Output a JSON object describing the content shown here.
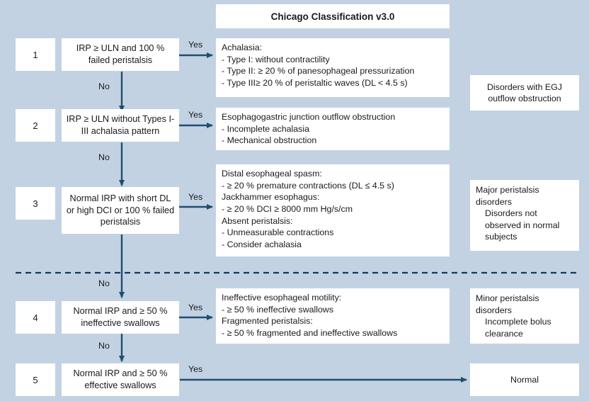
{
  "header": {
    "title": "Chicago Classification v3.0"
  },
  "labels": {
    "yes": "Yes",
    "no": "No"
  },
  "colors": {
    "background": "#c2d2e3",
    "box": "#ffffff",
    "arrow": "#1f4e6e",
    "text": "#1a1a1a",
    "divider": "#15395a"
  },
  "rows": [
    {
      "number": "1",
      "decision": "IRP ≥ ULN and 100 % failed peristalsis",
      "yes_label": "Yes",
      "no_label": "No",
      "detail": {
        "heading": "Achalasia:",
        "lines": [
          "- Type I: without contractility",
          "- Type II: ≥ 20 % of panesophageal pressurization",
          "- Type III≥ 20 % of peristaltic waves (DL < 4.5 s)"
        ]
      }
    },
    {
      "number": "2",
      "decision": "IRP ≥ ULN without Types I-III achalasia pattern",
      "yes_label": "Yes",
      "no_label": "No",
      "detail": {
        "heading": "Esophagogastric junction outflow obstruction",
        "lines": [
          "- Incomplete achalasia",
          "- Mechanical obstruction"
        ]
      }
    },
    {
      "number": "3",
      "decision": "Normal IRP with short DL or high DCI or 100 % failed peristalsis",
      "yes_label": "Yes",
      "no_label": "No",
      "detail": {
        "lines": [
          "Distal esophageal spasm:",
          "- ≥ 20 % premature contractions (DL ≤ 4.5 s)",
          "Jackhammer esophagus:",
          "- ≥ 20 % DCI ≥ 8000 mm Hg/s/cm",
          "Absent peristalsis:",
          "- Unmeasurable contractions",
          "- Consider achalasia"
        ]
      }
    },
    {
      "number": "4",
      "decision": "Normal IRP and ≥ 50 % ineffective swallows",
      "yes_label": "Yes",
      "no_label": "No",
      "detail": {
        "lines": [
          "Ineffective esophageal motility:",
          "- ≥ 50 % ineffective swallows",
          "Fragmented peristalsis:",
          "- ≥ 50 % fragmented and ineffective swallows"
        ]
      }
    },
    {
      "number": "5",
      "decision": "Normal IRP and ≥ 50 % effective swallows",
      "yes_label": "Yes",
      "no_label": "",
      "detail": {
        "lines": []
      }
    }
  ],
  "categories": {
    "egj": {
      "line1": "Disorders with EGJ",
      "line2": "outflow obstruction"
    },
    "major": {
      "line1": "Major peristalsis",
      "line2": "disorders",
      "sub1": "Disorders not",
      "sub2": "observed in normal",
      "sub3": "subjects"
    },
    "minor": {
      "line1": "Minor peristalsis",
      "line2": "disorders",
      "sub1": "Incomplete bolus",
      "sub2": "clearance"
    },
    "normal": {
      "label": "Normal"
    }
  }
}
